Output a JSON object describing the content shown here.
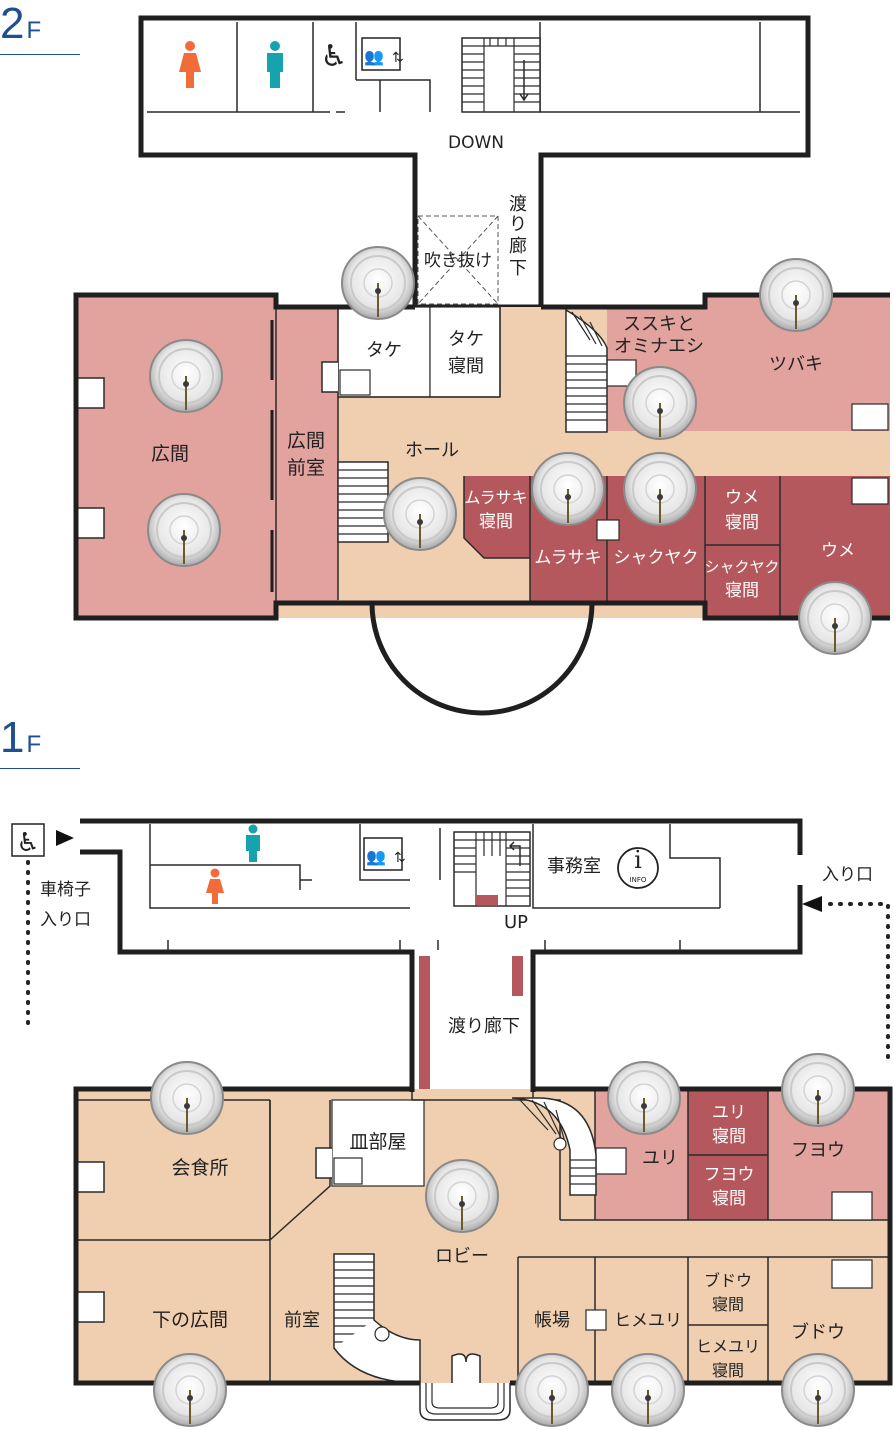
{
  "colors": {
    "corridor": "#ffffff",
    "hall_beige": "#f0cfb0",
    "room_pink": "#e2a29d",
    "room_dark": "#b5585e",
    "wall": "#1f1f1f",
    "title_blue": "#1e4f8e",
    "female": "#f26b3a",
    "male": "#16a3ae"
  },
  "floors": {
    "f2": {
      "number": "2",
      "suffix": "F",
      "labels": {
        "down": "DOWN",
        "watari_v": [
          "渡",
          "り",
          "廊",
          "下"
        ],
        "fukinuke": "吹き抜け",
        "take": "タケ",
        "take_shinma": [
          "タケ",
          "寝間"
        ],
        "suzuki": [
          "ススキと",
          "オミナエシ"
        ],
        "tsubaki": "ツバキ",
        "hiroma": "広間",
        "hiroma_zenshitsu": [
          "広間",
          "前室"
        ],
        "hall": "ホール",
        "murasaki_shinma": [
          "ムラサキ",
          "寝間"
        ],
        "murasaki": "ムラサキ",
        "shakuyaku": "シャクヤク",
        "ume_shinma": [
          "ウメ",
          "寝間"
        ],
        "shakuyaku_shinma": [
          "シャクヤク",
          "寝間"
        ],
        "ume": "ウメ"
      }
    },
    "f1": {
      "number": "1",
      "suffix": "F",
      "labels": {
        "wheelchair_entrance": [
          "車椅子",
          "入り口"
        ],
        "entrance": "入り口",
        "jimushitsu": "事務室",
        "info_i": "i",
        "info_text": "INFO",
        "up": "UP",
        "watari": "渡り廊下",
        "kaishokujo": "会食所",
        "sarabeya": "皿部屋",
        "lobby": "ロビー",
        "yuri_shinma": [
          "ユリ",
          "寝間"
        ],
        "yuri": "ユリ",
        "fuyou": "フヨウ",
        "fuyou_shinma": [
          "フヨウ",
          "寝間"
        ],
        "shimo_hiroma": "下の広間",
        "zenshitsu": "前室",
        "choba": "帳場",
        "himeyuri": "ヒメユリ",
        "budou_shinma": [
          "ブドウ",
          "寝間"
        ],
        "himeyuri_shinma": [
          "ヒメユリ",
          "寝間"
        ],
        "budou": "ブドウ"
      }
    }
  },
  "icons": [
    "female-restroom-icon",
    "male-restroom-icon",
    "wheelchair-icon",
    "elevator-icon",
    "info-icon",
    "ceiling-medallion-photo"
  ]
}
